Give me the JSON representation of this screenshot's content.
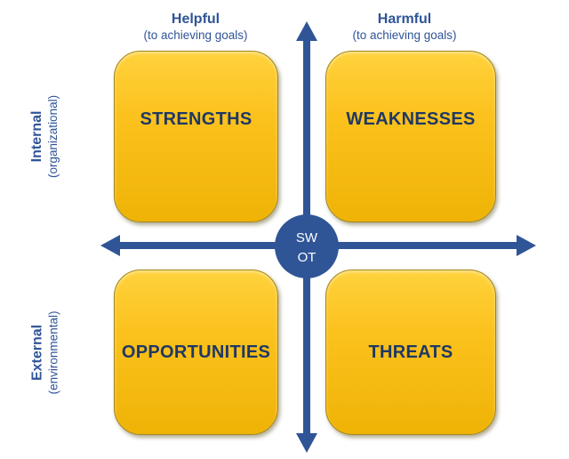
{
  "diagram": {
    "center_badge": {
      "line1": "SW",
      "line2": "OT"
    },
    "top_axis": {
      "helpful": {
        "label": "Helpful",
        "sublabel": "(to achieving goals)"
      },
      "harmful": {
        "label": "Harmful",
        "sublabel": "(to achieving goals)"
      }
    },
    "side_axis": {
      "internal": {
        "label": "Internal",
        "sublabel": "(organizational)"
      },
      "external": {
        "label": "External",
        "sublabel": "(environmental)"
      }
    },
    "quadrants": {
      "strengths": "STRENGTHS",
      "weaknesses": "WEAKNESSES",
      "opportunities": "OPPORTUNITIES",
      "threats": "THREATS"
    },
    "colors": {
      "box_fill_top": "#FFD23C",
      "box_fill_bottom": "#EFB306",
      "box_border": "#A3861C",
      "axis_blue": "#2F5597",
      "label_blue": "#2F5497",
      "box_text": "#1F3864",
      "badge_text": "#FFFFFF"
    }
  }
}
